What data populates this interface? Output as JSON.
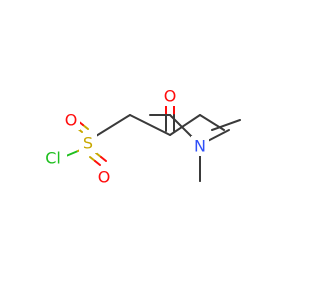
{
  "molecule": {
    "atoms": {
      "chlorine": {
        "label": "Cl",
        "color": "#1fbf1f"
      },
      "sulfur": {
        "label": "S",
        "color": "#c8a800"
      },
      "oxygen_top_s": {
        "label": "O",
        "color": "#ff0d0d"
      },
      "oxygen_bottom_s": {
        "label": "O",
        "color": "#ff0d0d"
      },
      "oxygen_carbonyl": {
        "label": "O",
        "color": "#ff0d0d"
      },
      "nitrogen": {
        "label": "N",
        "color": "#3050f8"
      }
    },
    "bond_color": "#3a3a3a"
  }
}
